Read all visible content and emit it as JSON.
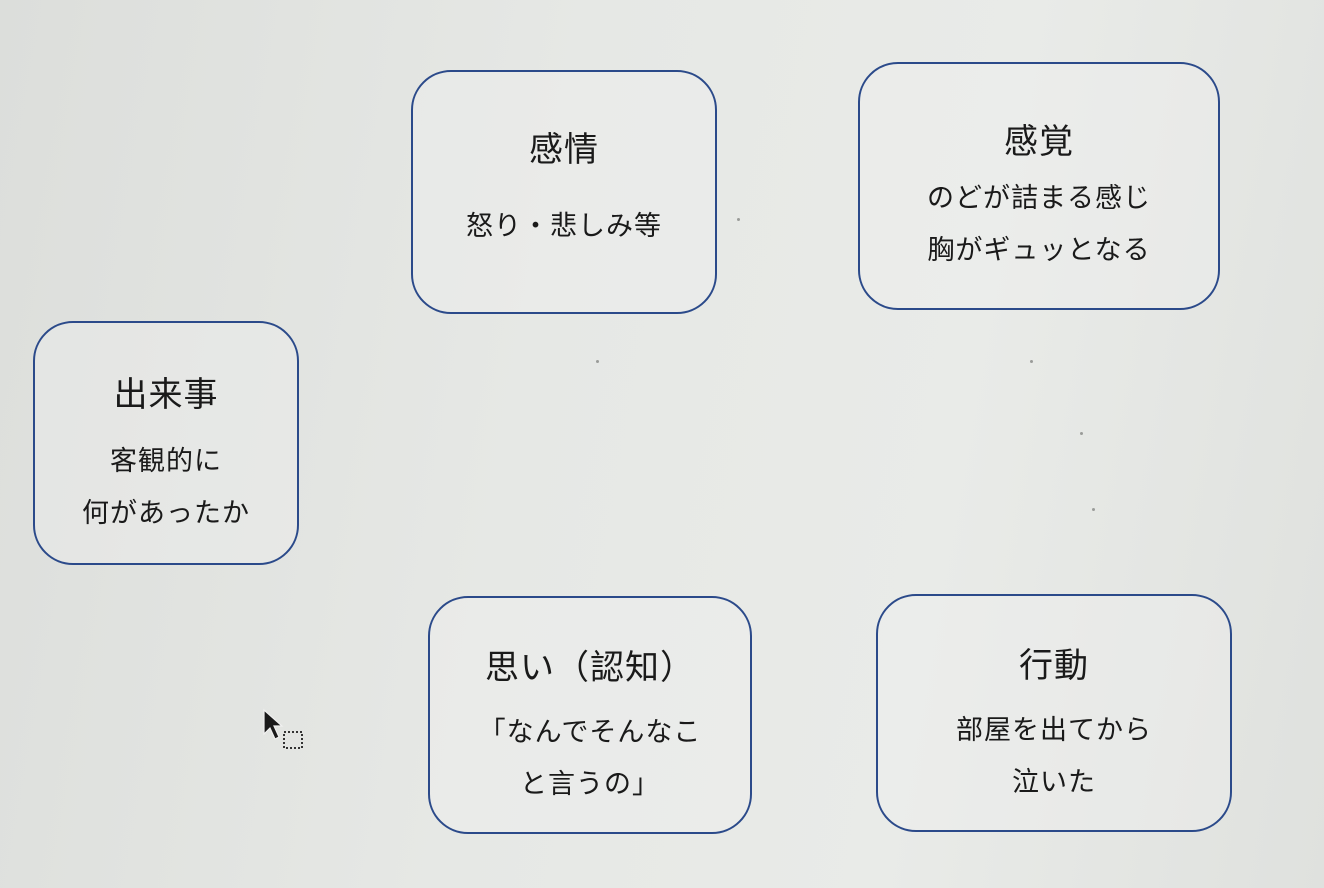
{
  "diagram": {
    "boxes": {
      "event": {
        "title": "出来事",
        "lines": [
          "客観的に",
          "何があったか"
        ]
      },
      "emotion": {
        "title": "感情",
        "lines": [
          "怒り・悲しみ等"
        ]
      },
      "sensation": {
        "title": "感覚",
        "lines": [
          "のどが詰まる感じ",
          "胸がギュッとなる"
        ]
      },
      "thought": {
        "title": "思い（認知）",
        "lines": [
          "「なんでそんなこ",
          "と言うの」"
        ]
      },
      "action": {
        "title": "行動",
        "lines": [
          "部屋を出てから",
          "泣いた"
        ]
      }
    },
    "colors": {
      "border": "#2b4a8a",
      "text": "#1a1a1a"
    }
  },
  "cursor": {
    "icon": "arrow-copy-cursor-icon"
  }
}
